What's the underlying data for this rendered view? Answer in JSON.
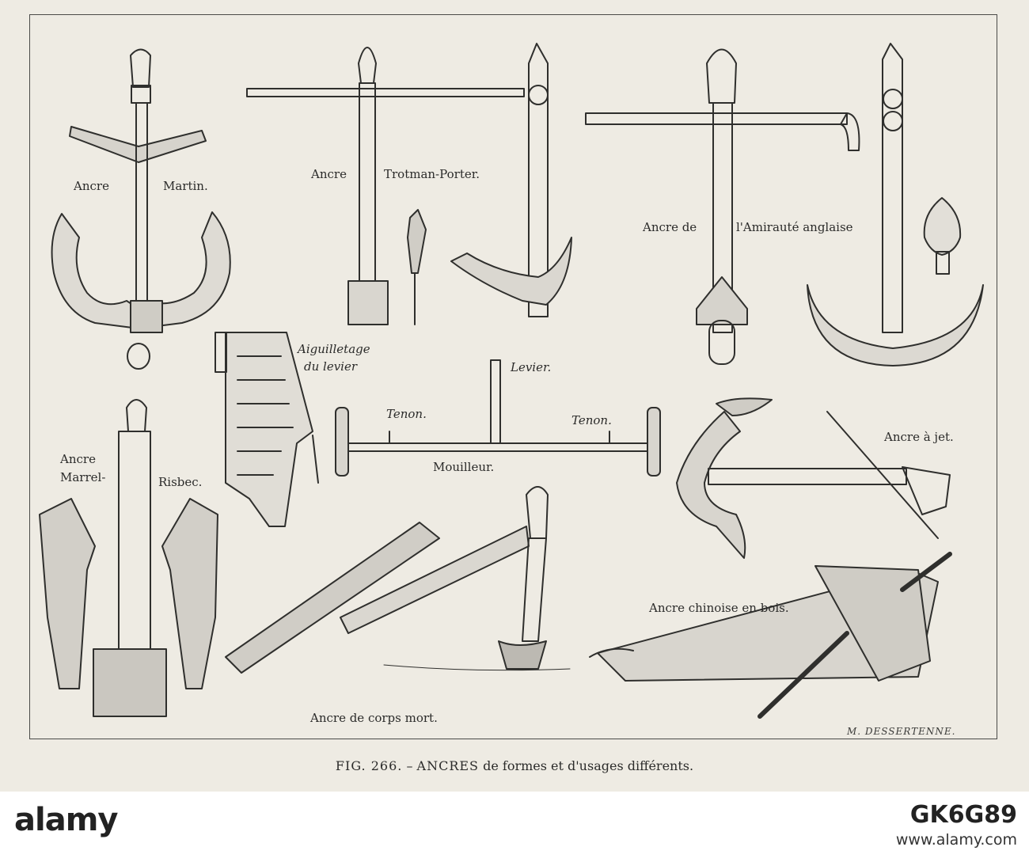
{
  "labels": {
    "martin_1": "Ancre",
    "martin_2": "Martin.",
    "trotman_1": "Ancre",
    "trotman_2": "Trotman-Porter.",
    "amiraute_1": "Ancre de",
    "amiraute_2": "l'Amirauté anglaise",
    "aiguilletage_1": "Aiguilletage",
    "aiguilletage_2": "du levier",
    "levier": "Levier.",
    "tenon_left": "Tenon.",
    "tenon_right": "Tenon.",
    "mouilleur": "Mouilleur.",
    "marrel_1": "Ancre",
    "marrel_2": "Marrel-",
    "marrel_3": "Risbec.",
    "jet": "Ancre à jet.",
    "chinoise": "Ancre chinoise en bois.",
    "corps_mort": "Ancre de corps mort.",
    "signature": "M. DESSERTENNE."
  },
  "caption": {
    "fig": "FIG. 266.",
    "dash": "–",
    "title": "ANCRES",
    "rest": "de formes et d'usages différents."
  },
  "watermark": {
    "logo": "alamy",
    "image_id": "GK6G89",
    "url": "www.alamy.com"
  }
}
